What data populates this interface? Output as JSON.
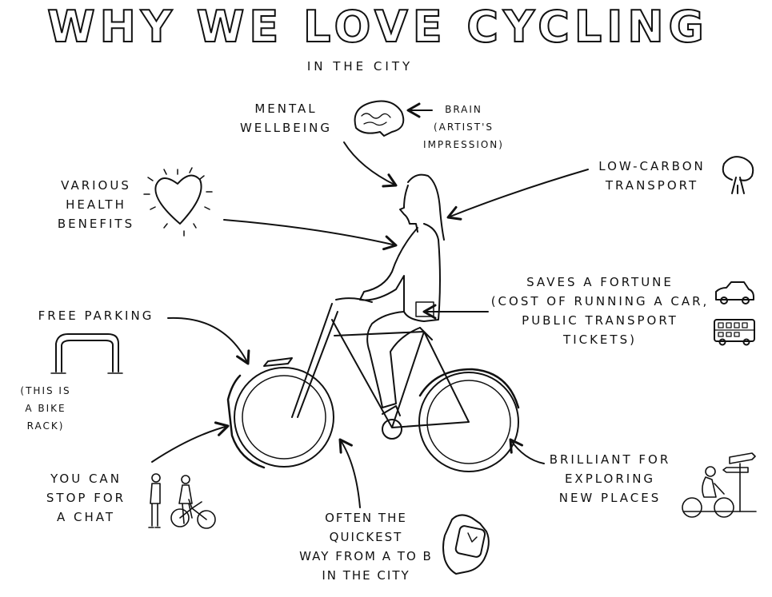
{
  "title": "WHY WE LOVE CYCLING",
  "subtitle": "IN THE CITY",
  "labels": {
    "mental": "MENTAL\nWELLBEING",
    "brain": "BRAIN\n(ARTIST'S\nIMPRESSION)",
    "health": "VARIOUS\nHEALTH\nBENEFITS",
    "carbon": "LOW-CARBON\nTRANSPORT",
    "fortune": "SAVES A FORTUNE\n(COST OF RUNNING A CAR,\nPUBLIC TRANSPORT\nTICKETS)",
    "parking": "FREE  PARKING",
    "rack": "(THIS IS\nA BIKE\nRACK)",
    "chat": "YOU CAN\nSTOP FOR\nA CHAT",
    "quickest": "OFTEN THE\nQUICKEST\nWAY FROM A TO B\nIN THE CITY",
    "exploring": "BRILLIANT FOR\nEXPLORING\nNEW PLACES"
  }
}
